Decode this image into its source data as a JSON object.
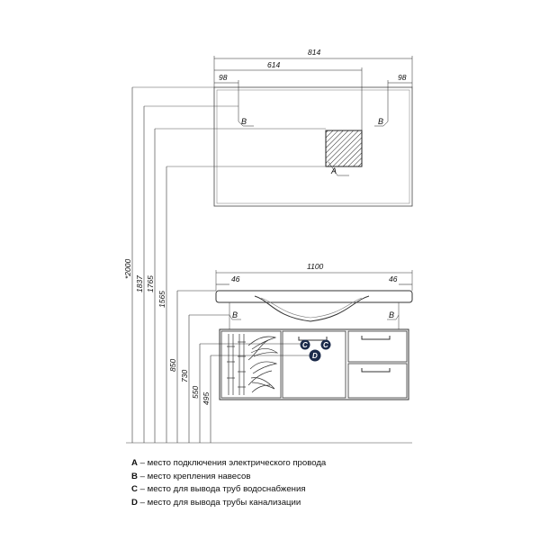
{
  "top_view": {
    "width_total": "814",
    "width_inner": "614",
    "offset_left": "98",
    "offset_right": "98",
    "label_b_left": "B",
    "label_b_right": "B",
    "label_a": "A"
  },
  "front_view": {
    "width_total": "1100",
    "offset_left": "46",
    "offset_right": "46",
    "label_b_left": "B",
    "label_b_right": "B",
    "label_c_left": "C",
    "label_c_right": "C",
    "label_d": "D"
  },
  "vertical_dims": [
    "*2000",
    "1837",
    "1765",
    "1565",
    "850",
    "730",
    "550",
    "495"
  ],
  "legend": [
    {
      "key": "A",
      "text": " – место подключения электрического провода"
    },
    {
      "key": "B",
      "text": " – место крепления навесов"
    },
    {
      "key": "C",
      "text": " – место для вывода труб водоснабжения"
    },
    {
      "key": "D",
      "text": " – место для вывода трубы канализации"
    }
  ]
}
